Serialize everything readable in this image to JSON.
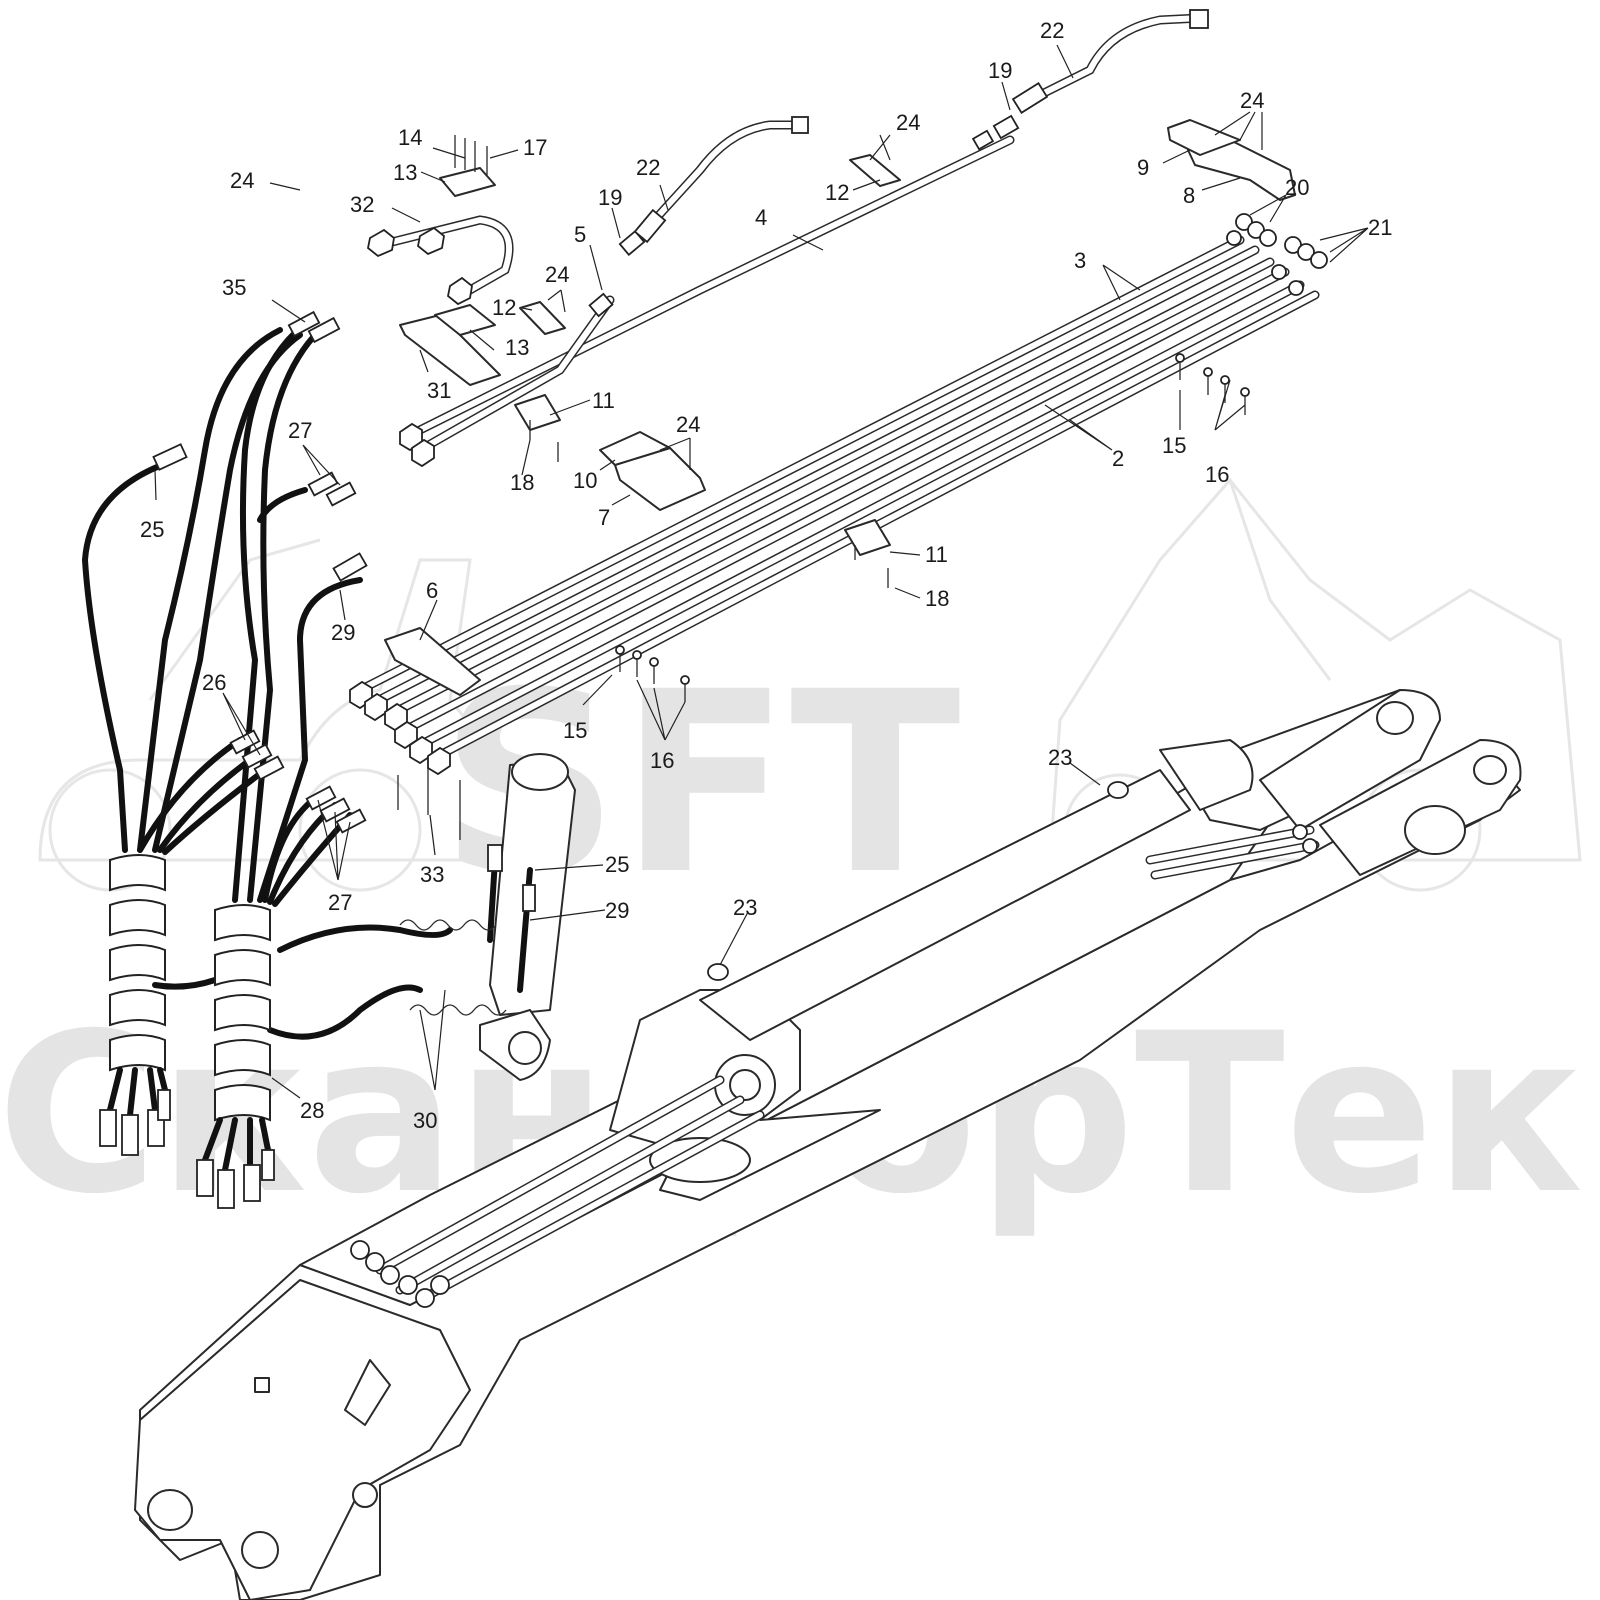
{
  "watermark": {
    "brand": "SFT",
    "company": "СканфорТек"
  },
  "labels": [
    {
      "id": "l22a",
      "text": "22"
    },
    {
      "id": "l19a",
      "text": "19"
    },
    {
      "id": "l24a",
      "text": "24"
    },
    {
      "id": "l24b",
      "text": "24"
    },
    {
      "id": "l9",
      "text": "9"
    },
    {
      "id": "l8",
      "text": "8"
    },
    {
      "id": "l20",
      "text": "20"
    },
    {
      "id": "l21",
      "text": "21"
    },
    {
      "id": "l12a",
      "text": "12"
    },
    {
      "id": "l4",
      "text": "4"
    },
    {
      "id": "l3",
      "text": "3"
    },
    {
      "id": "l14",
      "text": "14"
    },
    {
      "id": "l17",
      "text": "17"
    },
    {
      "id": "l13a",
      "text": "13"
    },
    {
      "id": "l24c",
      "text": "24"
    },
    {
      "id": "l32",
      "text": "32"
    },
    {
      "id": "l22b",
      "text": "22"
    },
    {
      "id": "l19b",
      "text": "19"
    },
    {
      "id": "l5",
      "text": "5"
    },
    {
      "id": "l24d",
      "text": "24"
    },
    {
      "id": "l12b",
      "text": "12"
    },
    {
      "id": "l35",
      "text": "35"
    },
    {
      "id": "l13b",
      "text": "13"
    },
    {
      "id": "l31",
      "text": "31"
    },
    {
      "id": "l11a",
      "text": "11"
    },
    {
      "id": "l24e",
      "text": "24"
    },
    {
      "id": "l15a",
      "text": "15"
    },
    {
      "id": "l16a",
      "text": "16"
    },
    {
      "id": "l2",
      "text": "2"
    },
    {
      "id": "l27a",
      "text": "27"
    },
    {
      "id": "l18a",
      "text": "18"
    },
    {
      "id": "l10",
      "text": "10"
    },
    {
      "id": "l7",
      "text": "7"
    },
    {
      "id": "l25a",
      "text": "25"
    },
    {
      "id": "l11b",
      "text": "11"
    },
    {
      "id": "l18b",
      "text": "18"
    },
    {
      "id": "l29a",
      "text": "29"
    },
    {
      "id": "l6",
      "text": "6"
    },
    {
      "id": "l26",
      "text": "26"
    },
    {
      "id": "l15b",
      "text": "15"
    },
    {
      "id": "l16b",
      "text": "16"
    },
    {
      "id": "l23a",
      "text": "23"
    },
    {
      "id": "l33",
      "text": "33"
    },
    {
      "id": "l25b",
      "text": "25"
    },
    {
      "id": "l29b",
      "text": "29"
    },
    {
      "id": "l27b",
      "text": "27"
    },
    {
      "id": "l23b",
      "text": "23"
    },
    {
      "id": "l28",
      "text": "28"
    },
    {
      "id": "l30",
      "text": "30"
    }
  ]
}
